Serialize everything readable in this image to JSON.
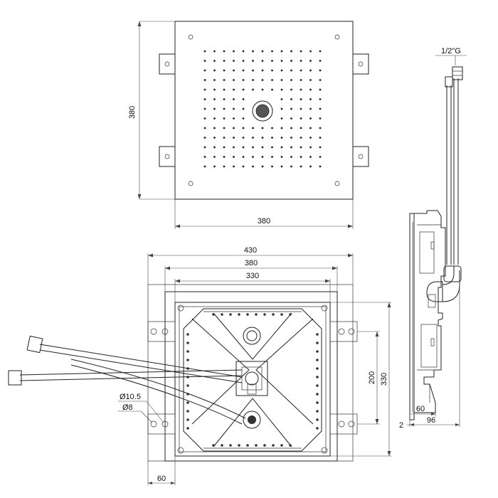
{
  "top_view": {
    "height_label": "380",
    "width_label": "380"
  },
  "side_view": {
    "thread_label": "1/2\"G",
    "depth_60_label": "60",
    "depth_96_label": "96",
    "offset_2_label": "2"
  },
  "bottom_view": {
    "width_430_label": "430",
    "width_380_label": "380",
    "width_330_label": "330",
    "height_200_label": "200",
    "height_330_label": "330",
    "hole_outer_label": "Ø10.5",
    "hole_inner_label": "Ø8",
    "offset_60_label": "60"
  }
}
